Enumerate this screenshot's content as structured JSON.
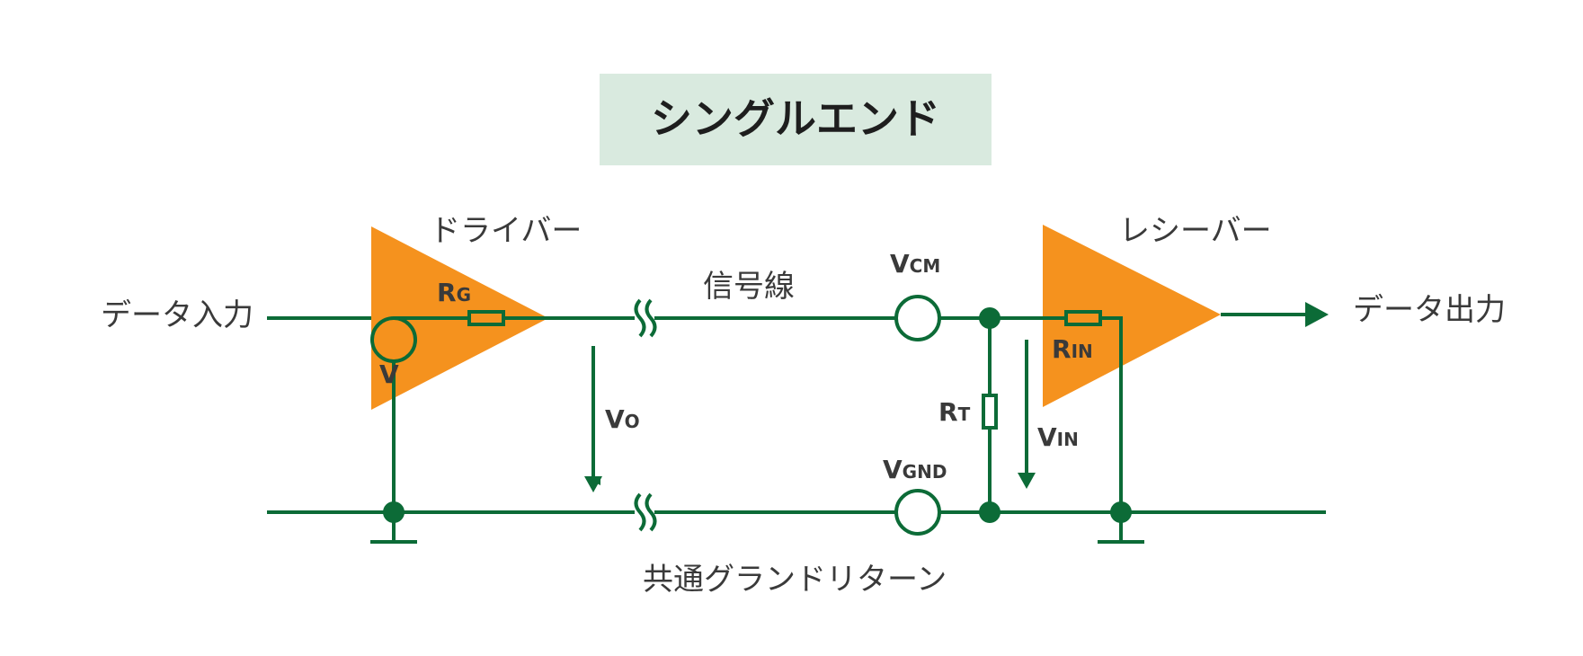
{
  "title": "シングルエンド",
  "labels": {
    "driver": "ドライバー",
    "receiver": "レシーバー",
    "data_in": "データ入力",
    "data_out": "データ出力",
    "signal_line": "信号線",
    "ground_return": "共通グランドリターン"
  },
  "symbols": {
    "rg_main": "R",
    "rg_sub": "G",
    "v": "V",
    "vo_main": "V",
    "vo_sub": "O",
    "vcm_main": "V",
    "vcm_sub": "CM",
    "vgnd_main": "V",
    "vgnd_sub": "GND",
    "rt_main": "R",
    "rt_sub": "T",
    "rin_main": "R",
    "rin_sub": "IN",
    "vin_main": "V",
    "vin_sub": "IN"
  },
  "colors": {
    "title_bg": "#d9eadf",
    "amplifier": "#f5921e",
    "wire": "#0c6b37",
    "text": "#3a3a3a"
  }
}
